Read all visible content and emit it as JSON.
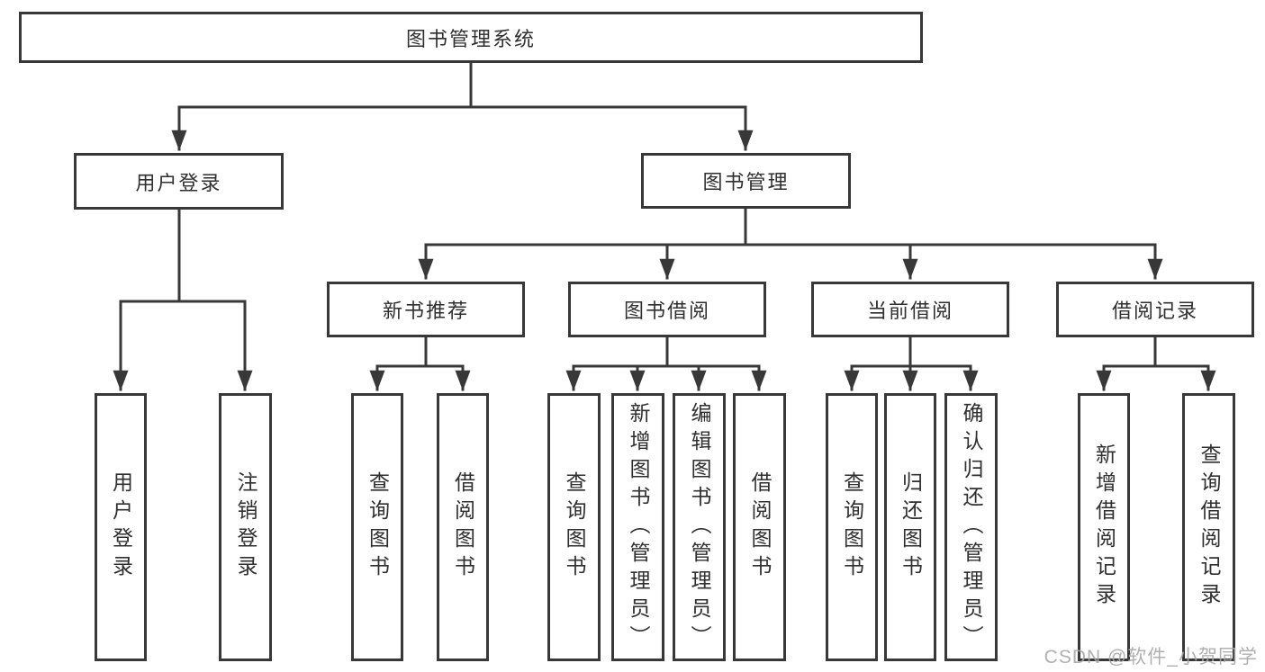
{
  "diagram": {
    "root": {
      "label": "图书管理系统"
    },
    "branches": [
      {
        "label": "用户登录",
        "children": [
          {
            "label": "用户登录"
          },
          {
            "label": "注销登录"
          }
        ]
      },
      {
        "label": "图书管理",
        "children": [
          {
            "label": "新书推荐",
            "children": [
              {
                "label": "查询图书"
              },
              {
                "label": "借阅图书"
              }
            ]
          },
          {
            "label": "图书借阅",
            "children": [
              {
                "label": "查询图书"
              },
              {
                "label": "新增图书（管理员）"
              },
              {
                "label": "编辑图书（管理员）"
              },
              {
                "label": "借阅图书"
              }
            ]
          },
          {
            "label": "当前借阅",
            "children": [
              {
                "label": "查询图书"
              },
              {
                "label": "归还图书"
              },
              {
                "label": "确认归还（管理员）"
              }
            ]
          },
          {
            "label": "借阅记录",
            "children": [
              {
                "label": "新增借阅记录"
              },
              {
                "label": "查询借阅记录"
              }
            ]
          }
        ]
      }
    ]
  },
  "watermark": {
    "text": "CSDN @软件_小贺同学"
  },
  "colors": {
    "line": "#383838",
    "text": "#2f2f2f",
    "watermark": "#a7a7a7",
    "background": "#ffffff"
  }
}
